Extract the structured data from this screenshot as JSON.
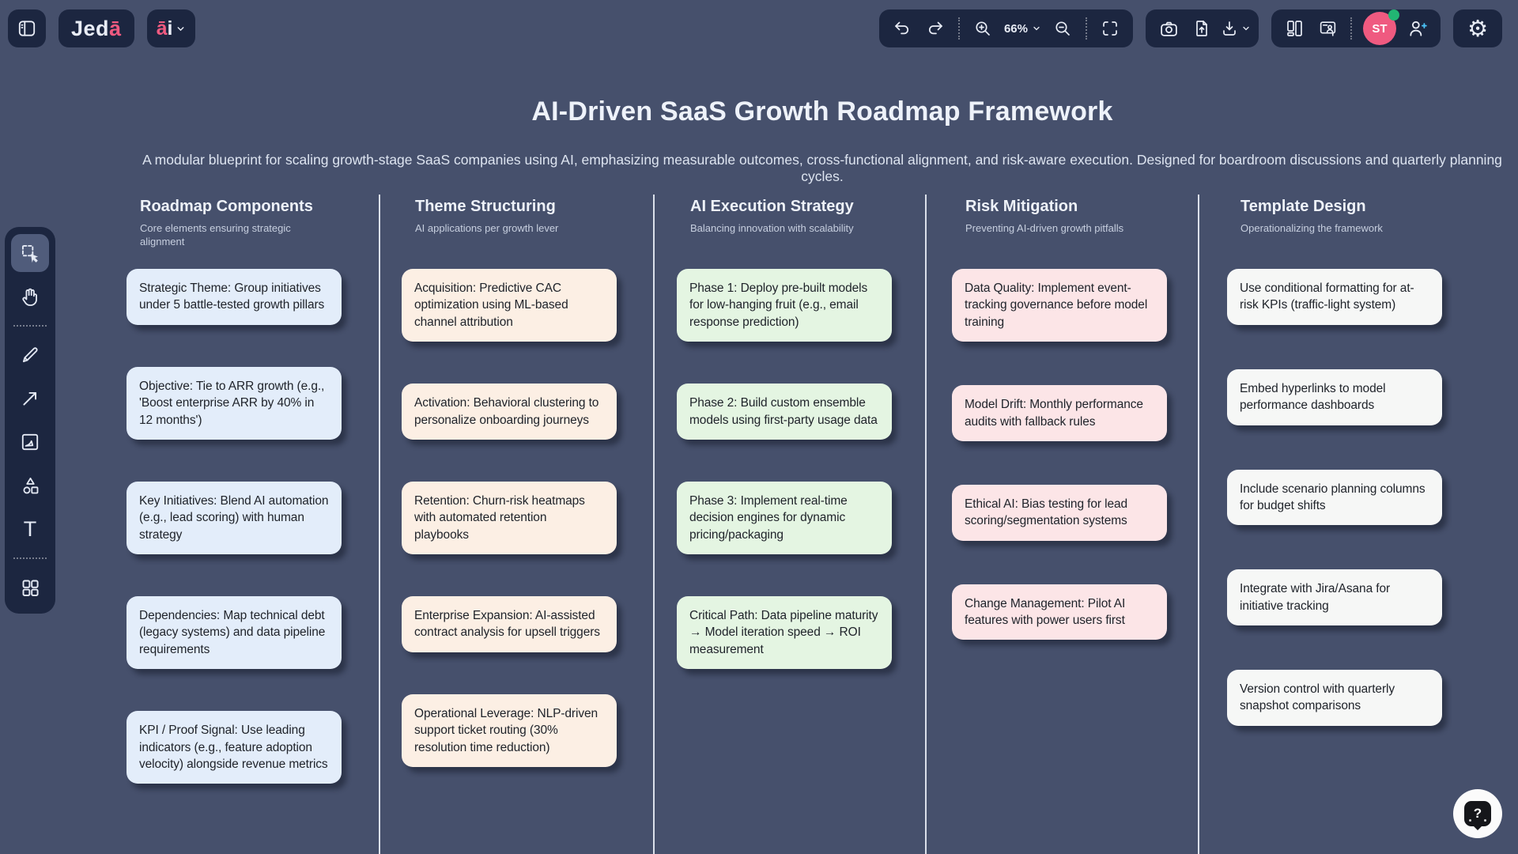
{
  "app": {
    "logo_prefix": "Jed",
    "logo_accent": "ā",
    "ai_accent": "ā",
    "ai_suffix": "i",
    "zoom_level": "66%",
    "avatar_initials": "ST",
    "text_tool_glyph": "T",
    "gear_glyph": "⚙",
    "help_glyph": "?"
  },
  "hero": {
    "title": "AI-Driven SaaS Growth Roadmap Framework",
    "subtitle": "A modular blueprint for scaling growth-stage SaaS companies using AI, emphasizing measurable outcomes, cross-functional alignment, and risk-aware execution. Designed for boardroom discussions and quarterly planning cycles."
  },
  "columns": [
    {
      "title": "Roadmap Components",
      "subtitle": "Core elements ensuring strategic alignment",
      "card_color": "#e3edfa",
      "cards": [
        "Strategic Theme: Group initiatives under 5 battle-tested growth pillars",
        "Objective: Tie to ARR growth (e.g., 'Boost enterprise ARR by 40% in 12 months')",
        "Key Initiatives: Blend AI automation (e.g., lead scoring) with human strategy",
        "Dependencies: Map technical debt (legacy systems) and data pipeline requirements",
        "KPI / Proof Signal: Use leading indicators (e.g., feature adoption velocity) alongside revenue metrics"
      ]
    },
    {
      "title": "Theme Structuring",
      "subtitle": "AI applications per growth lever",
      "card_color": "#fcefe4",
      "cards": [
        "Acquisition: Predictive CAC optimization using ML-based channel attribution",
        "Activation: Behavioral clustering to personalize onboarding journeys",
        "Retention: Churn-risk heatmaps with automated retention playbooks",
        "Enterprise Expansion: AI-assisted contract analysis for upsell triggers",
        "Operational Leverage: NLP-driven support ticket routing (30% resolution time reduction)"
      ]
    },
    {
      "title": "AI Execution Strategy",
      "subtitle": "Balancing innovation with scalability",
      "card_color": "#e4f5e2",
      "cards": [
        "Phase 1: Deploy pre-built models for low-hanging fruit (e.g., email response prediction)",
        "Phase 2: Build custom ensemble models using first-party usage data",
        "Phase 3: Implement real-time decision engines for dynamic pricing/packaging",
        "Critical Path: Data pipeline maturity → Model iteration speed → ROI measurement"
      ]
    },
    {
      "title": "Risk Mitigation",
      "subtitle": "Preventing AI-driven growth pitfalls",
      "card_color": "#fce5e7",
      "cards": [
        "Data Quality: Implement event-tracking governance before model training",
        "Model Drift: Monthly performance audits with fallback rules",
        "Ethical AI: Bias testing for lead scoring/segmentation systems",
        "Change Management: Pilot AI features with power users first"
      ]
    },
    {
      "title": "Template Design",
      "subtitle": "Operationalizing the framework",
      "card_color": "#f6f7f6",
      "cards": [
        "Use conditional formatting for at-risk KPIs (traffic-light system)",
        "Embed hyperlinks to model performance dashboards",
        "Include scenario planning columns for budget shifts",
        "Integrate with Jira/Asana for initiative tracking",
        "Version control with quarterly snapshot comparisons"
      ]
    }
  ],
  "colors": {
    "canvas_bg": "#46506c",
    "panel_bg": "#1c2640",
    "accent_pink": "#ef5a80",
    "presence_green": "#22b573",
    "invite_blue": "#4ac3f7"
  }
}
